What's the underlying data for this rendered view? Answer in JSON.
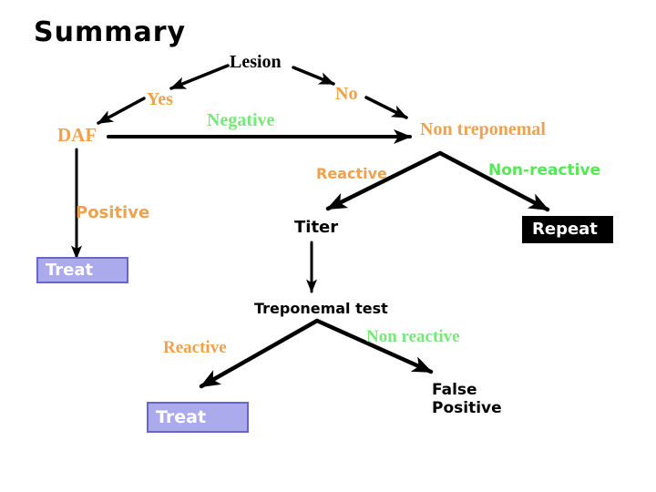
{
  "title": "Summary",
  "nodes": {
    "lesion": "Lesion",
    "yes": "Yes",
    "no": "No",
    "daf": "DAF",
    "negative": "Negative",
    "non_treponemal": "Non treponemal",
    "reactive_mid": "Reactive",
    "non_reactive_mid": "Non-reactive",
    "positive": "Positive",
    "titer": "Titer",
    "repeat": "Repeat",
    "treat_1": "Treat",
    "treponemal_test": "Treponemal test",
    "reactive_bottom": "Reactive",
    "non_reactive_bottom": "Non reactive",
    "treat_2": "Treat",
    "false_positive": "False Positive"
  },
  "colors": {
    "orange": "#EFA14B",
    "green_serif": "#79E679",
    "green_bright": "#55E855",
    "treat_fill": "#AAAAEC",
    "treat_border": "#6666CC",
    "repeat_fill": "#000000",
    "box_text": "#FFFFFF",
    "line": "#000000"
  }
}
